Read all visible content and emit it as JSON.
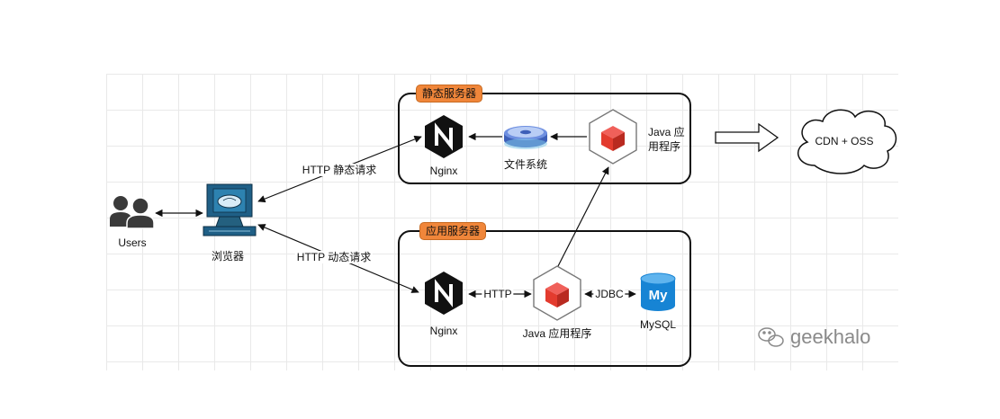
{
  "static_server": {
    "label": "静态服务器"
  },
  "app_server": {
    "label": "应用服务器"
  },
  "nodes": {
    "users": "Users",
    "browser": "浏览器",
    "nginx_static": "Nginx",
    "filesystem": "文件系统",
    "java_static_line1": "Java 应",
    "java_static_line2": "用程序",
    "cdn": "CDN + OSS",
    "nginx_app": "Nginx",
    "java_app": "Java 应用程序",
    "mysql": "MySQL"
  },
  "edges": {
    "http_static": "HTTP 静态请求",
    "http_dynamic": "HTTP 动态请求",
    "http": "HTTP",
    "jdbc": "JDBC"
  },
  "icons": {
    "users": "users-icon",
    "browser": "computer-icon",
    "nginx": "nginx-icon",
    "filesystem": "disk-icon",
    "java": "package-cube-icon",
    "mysql": "mysql-database-icon",
    "cdn": "cloud-icon",
    "wechat": "wechat-icon"
  },
  "colors": {
    "tag_fill": "#f0863a",
    "cube_red": "#e33b2e",
    "nginx_black": "#111111",
    "mysql_blue": "#1784d4",
    "browser_blue": "#1f5f86"
  },
  "watermark": {
    "text": "geekhalo"
  }
}
